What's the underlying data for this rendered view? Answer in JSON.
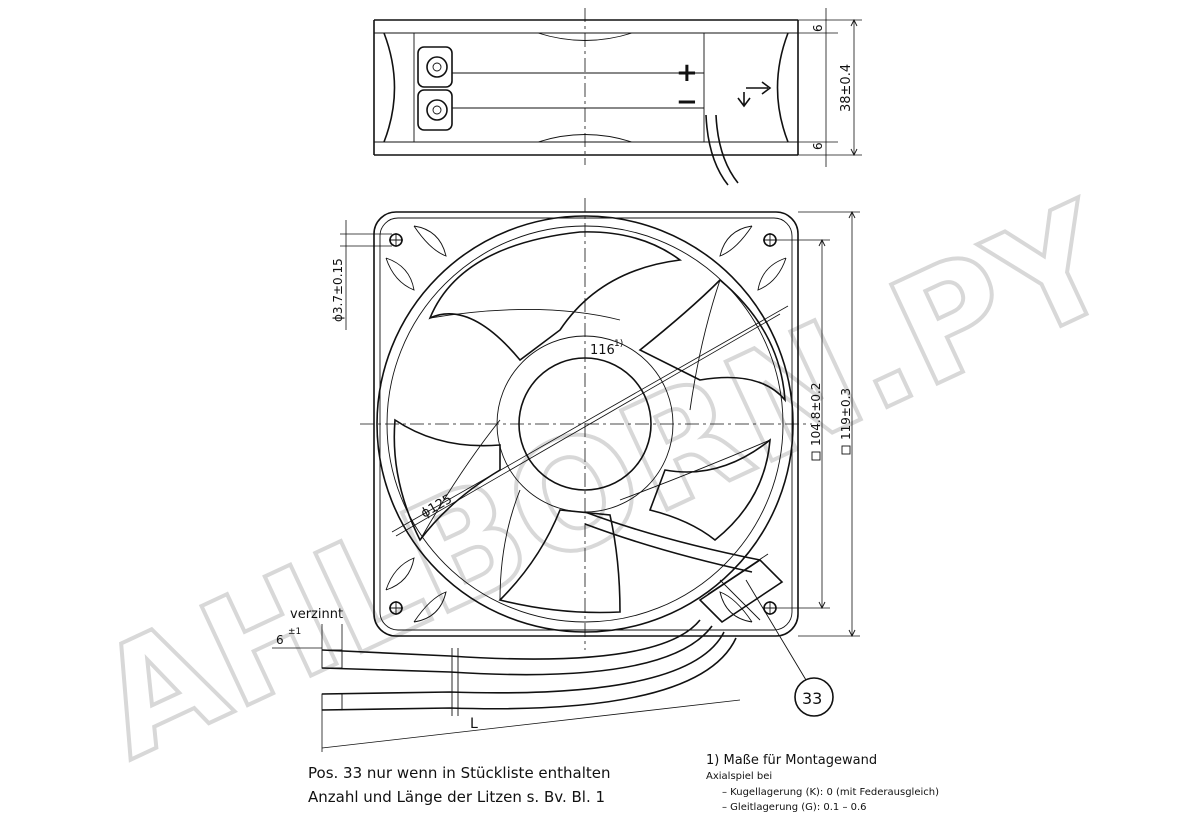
{
  "watermark": "AHLBORN.PY",
  "dimensions": {
    "height_total": "38±0.4",
    "flange_top": "6",
    "flange_bottom": "6",
    "hole_diameter": "ϕ3.7±0.15",
    "mount_width": "116",
    "mount_width_note": "1)",
    "hole_spacing": "104.8±0.2",
    "frame_size": "119±0.3",
    "blade_diameter": "ϕ125",
    "tin_length": "6",
    "tin_tolerance": "±1",
    "lead_length": "L"
  },
  "labels": {
    "plus_sign": "+",
    "minus_sign": "−",
    "tinned": "verzinnt",
    "position": "33"
  },
  "notes": {
    "pos_line1": "Pos. 33 nur wenn in Stückliste enthalten",
    "pos_line2": "Anzahl und Länge der Litzen s. Bv. Bl. 1",
    "footnote_title": "1) Maße für Montagewand",
    "footnote_sub": "Axialspiel bei",
    "footnote_item1": "– Kugellagerung (K): 0 (mit Federausgleich)",
    "footnote_item2": "– Gleitlagerung (G): 0.1 – 0.6"
  }
}
